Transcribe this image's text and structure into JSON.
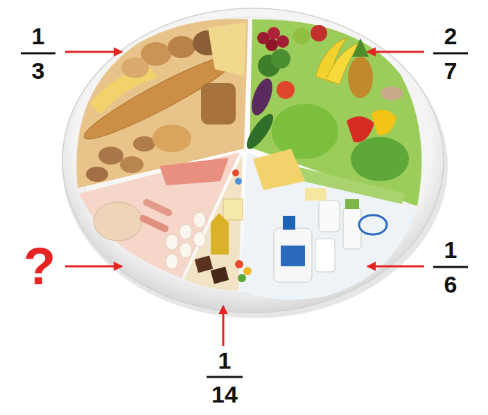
{
  "diagram": {
    "labels": [
      "1",
      "3",
      "2",
      "7",
      "?",
      "1",
      "6",
      "1",
      "14"
    ]
  }
}
